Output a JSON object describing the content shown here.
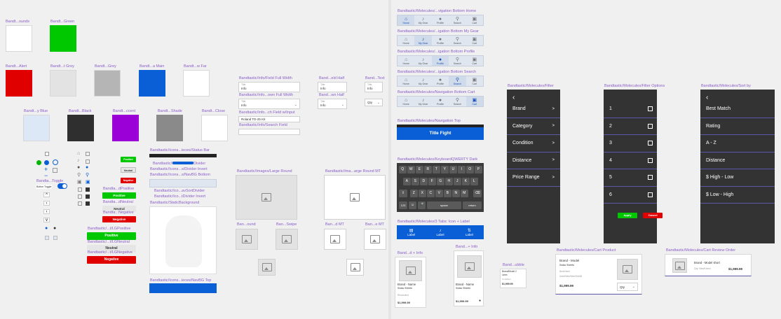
{
  "labels": {
    "backgrounds": "Bandt...ounds",
    "green": "Bandt...Green",
    "alert": "Bandt...Alert",
    "light_grey": "Bandt...t Grey",
    "grey": "Bandt...Grey",
    "main": "Bandt...a Main",
    "far": "Bandt...w Far",
    "sky_blue": "Bandt...y Blue",
    "black": "Bandt...Black",
    "accent": "Bandt...ccent",
    "shade": "Bandt...Shade",
    "close": "Bandt...Close",
    "toggle": "Bandta...Toggle",
    "d_positive": "Bandta...dPositive",
    "negative": "Bandta...Negative",
    "d_neutral": "Bandta...dNeutral",
    "lg_positive": "Bandtastic/...t/LGPositive",
    "lg_neutral": "Bandtastic/...t/LGNeutral",
    "lg_negative": "Bandtastic/...t/LGNegative",
    "status_bar": "Bandtastic/Icons...ieces/Status Bar",
    "divider": "Bandtastic/Icons...eces/Divider",
    "divider_invert": "Bandtastic/Icons...s/Divider Invert",
    "navbg_bottom": "Bandtastic/Icons...s/NavBG Bottom",
    "sort_divider": "Bandtastic/Ico...avSortDivider",
    "divider_invert2": "Bandtastic/Ico...tDivider Invert",
    "static_bg": "Bandtastic/StaticBackground",
    "navbg_top": "Bandtastic/Icons...ieces/NavBG Top",
    "field_full": "Bandtastic/Info/Field Full Width",
    "field_half": "Band...eld Half",
    "field_text": "Band...Text",
    "dropdown_full": "Bandtastic/Info...own Full Width",
    "dropdown_half": "Band...wn Half",
    "search_input": "Bandtastic/Info...ch Field w/Input",
    "search_field": "Bandtastic/Info/Search Field",
    "large_round": "Bandtastic/Images/Large Round",
    "large_round_mt": "Bandtastic/Ima...arge Round MT",
    "round": "Ban...ound",
    "swipe": "Ban...Swipe",
    "d_mt": "Ban...d MT",
    "e_mt": "Ban...e MT",
    "nav_home": "Bandtastic/Molecules/...vigation Bottom Home",
    "nav_gear": "Bandtastic/Molecules/...igation Bottom My Gear",
    "nav_profile": "Bandtastic/Molecules/...igation Bottom Profile",
    "nav_search": "Bandtastic/Molecules/...igation Bottom Search",
    "nav_cart": "Bandtastic/Molecules/Navigation Bottom Cart",
    "nav_top": "Bandtastic/Molecules/Navigation Top",
    "keyboard": "Bandtastic/Molecules/KeyboardQWERTY Dark",
    "tabs": "Bandtastic/Molecules/3 Tabs: Icon + Label",
    "card_info1": "Band...d + Info",
    "card_info2": "Band...+ Info",
    "bubble": "Band...ubble",
    "filter": "Bandtastic/Molecules/Filter",
    "filter_options": "Bandtastic/Molecules/Filter Options",
    "sort_by": "Bandtastic/Molecules/Sort by",
    "cart_product": "Bandtastic/Molecules/Cart Product",
    "cart_review": "Bandtastic/Molecules/Cart Review Order"
  },
  "colors": {
    "white": "#ffffff",
    "green": "#00c800",
    "alert": "#e00000",
    "light_grey": "#e3e3e3",
    "grey": "#b5b5b5",
    "main": "#0a5fd6",
    "sky_blue": "#dde8f6",
    "black": "#2f2f2f",
    "accent": "#9b00d6",
    "shade": "#8a8a8a"
  },
  "buttons": {
    "positive": "Positive",
    "neutral": "Neutral",
    "negative": "Negative",
    "apply": "Apply",
    "cancel": "Cancel"
  },
  "toggle_label": "Button Toggle",
  "fields": {
    "title": "Title",
    "info": "Info",
    "qty": "Qty",
    "search_value": "Roland TD-25 Kit"
  },
  "nav_items": [
    "Home",
    "My Gear",
    "Profile",
    "Search",
    "Cart"
  ],
  "nav_top_title": "Title Fight",
  "keyboard": {
    "row1": [
      "Q",
      "W",
      "E",
      "R",
      "T",
      "Y",
      "U",
      "I",
      "O",
      "P"
    ],
    "row2": [
      "A",
      "S",
      "D",
      "F",
      "G",
      "H",
      "J",
      "K",
      "L"
    ],
    "row3": [
      "Z",
      "X",
      "C",
      "V",
      "B",
      "N",
      "M"
    ],
    "num": "123",
    "space": "space",
    "ret": "return"
  },
  "tabs": [
    "Label",
    "Label",
    "Label"
  ],
  "product_card": {
    "brand_name": "Brand - Name",
    "desc": "Swiss Sheets",
    "lines": "Reconciled",
    "price": "$1,999.99"
  },
  "bubble": {
    "line1": "Brand/Model 2",
    "line2": "Lines",
    "line3": "Condition",
    "price": "$1,999.99"
  },
  "filter": {
    "rows": [
      "Brand",
      "Category",
      "Condition",
      "Distance",
      "Price Range"
    ],
    "arrow": ">"
  },
  "filter_options": [
    "1",
    "2",
    "3",
    "4",
    "5",
    "6"
  ],
  "sort_by": [
    "Best Match",
    "Rating",
    "A - Z",
    "Distance",
    "$ High - Low",
    "$ Low - High"
  ],
  "cart_product": {
    "title": "Brand - Model",
    "desc": "Swiss Sheets",
    "line1": "New/Used",
    "line2": "Used/New/New/Set/All",
    "price": "$1,999.99",
    "qty": "Qty"
  },
  "cart_review": {
    "title": "Brand - Model short",
    "qty": "Qty: New/Used",
    "price": "$1,999.99"
  },
  "back": "‹"
}
